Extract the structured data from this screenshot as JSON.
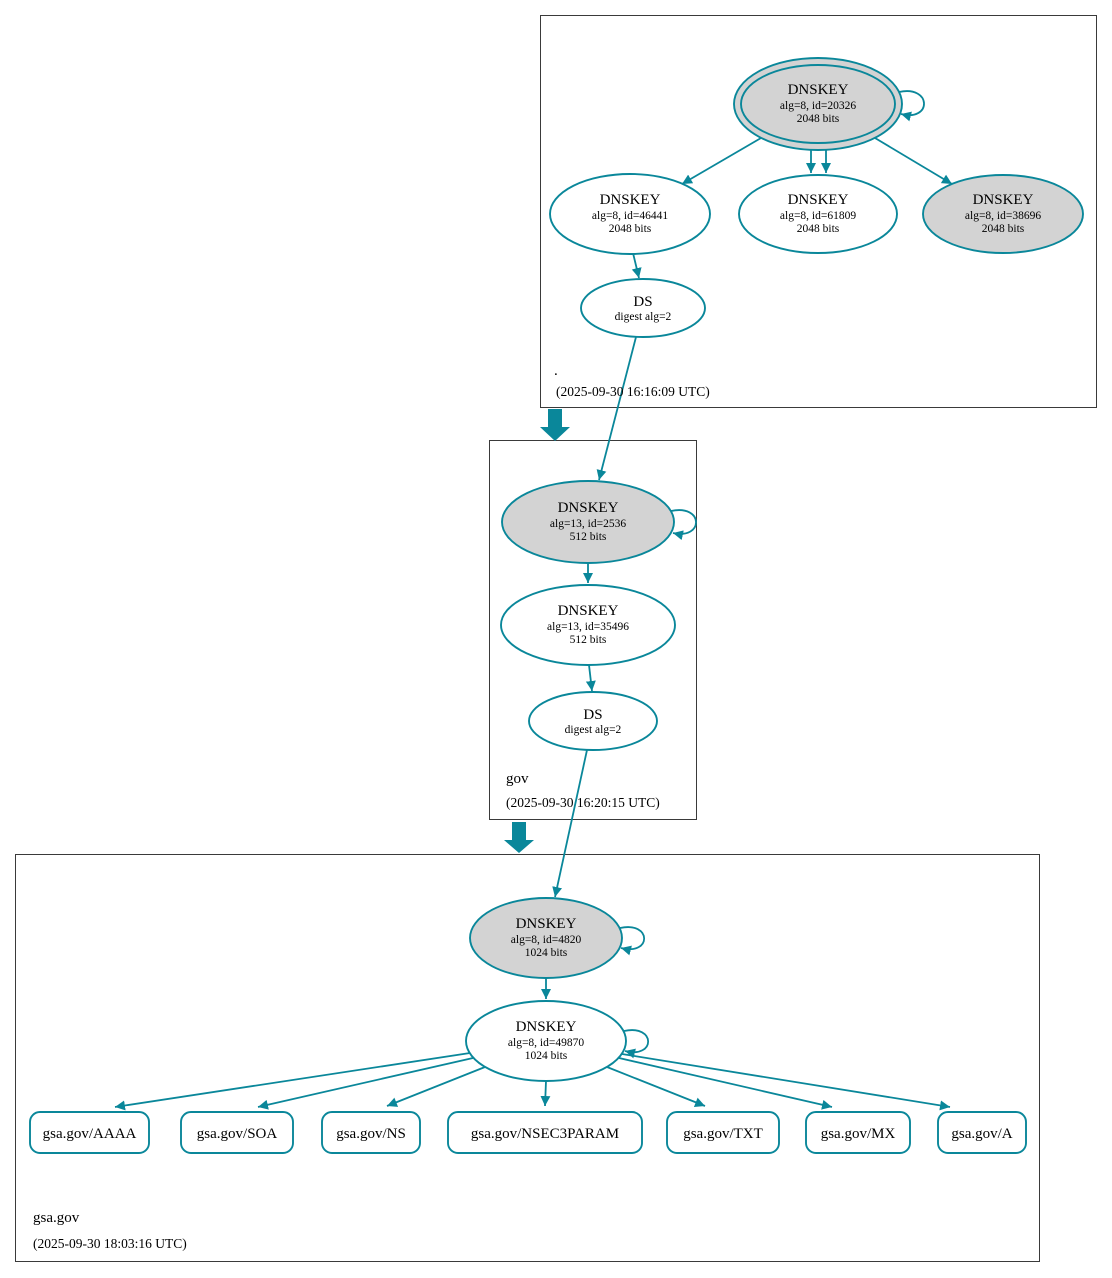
{
  "colors": {
    "secure_edge": "#0a879a",
    "sep_key_fill": "#d3d3d3",
    "node_fill": "#ffffff",
    "zone_border": "#3a3a3a"
  },
  "zones": {
    "root": {
      "label": ".",
      "timestamp": "(2025-09-30 16:16:09 UTC)",
      "ksk": {
        "title": "DNSKEY",
        "detail": "alg=8, id=20326",
        "bits": "2048 bits"
      },
      "zsk_46441": {
        "title": "DNSKEY",
        "detail": "alg=8, id=46441",
        "bits": "2048 bits"
      },
      "zsk_61809": {
        "title": "DNSKEY",
        "detail": "alg=8, id=61809",
        "bits": "2048 bits"
      },
      "zsk_38696": {
        "title": "DNSKEY",
        "detail": "alg=8, id=38696",
        "bits": "2048 bits"
      },
      "ds": {
        "title": "DS",
        "detail": "digest alg=2"
      }
    },
    "gov": {
      "label": "gov",
      "timestamp": "(2025-09-30 16:20:15 UTC)",
      "ksk": {
        "title": "DNSKEY",
        "detail": "alg=13, id=2536",
        "bits": "512 bits"
      },
      "zsk": {
        "title": "DNSKEY",
        "detail": "alg=13, id=35496",
        "bits": "512 bits"
      },
      "ds": {
        "title": "DS",
        "detail": "digest alg=2"
      }
    },
    "gsa": {
      "label": "gsa.gov",
      "timestamp": "(2025-09-30 18:03:16 UTC)",
      "ksk": {
        "title": "DNSKEY",
        "detail": "alg=8, id=4820",
        "bits": "1024 bits"
      },
      "zsk": {
        "title": "DNSKEY",
        "detail": "alg=8, id=49870",
        "bits": "1024 bits"
      },
      "rrsets": [
        "gsa.gov/AAAA",
        "gsa.gov/SOA",
        "gsa.gov/NS",
        "gsa.gov/NSEC3PARAM",
        "gsa.gov/TXT",
        "gsa.gov/MX",
        "gsa.gov/A"
      ]
    }
  }
}
